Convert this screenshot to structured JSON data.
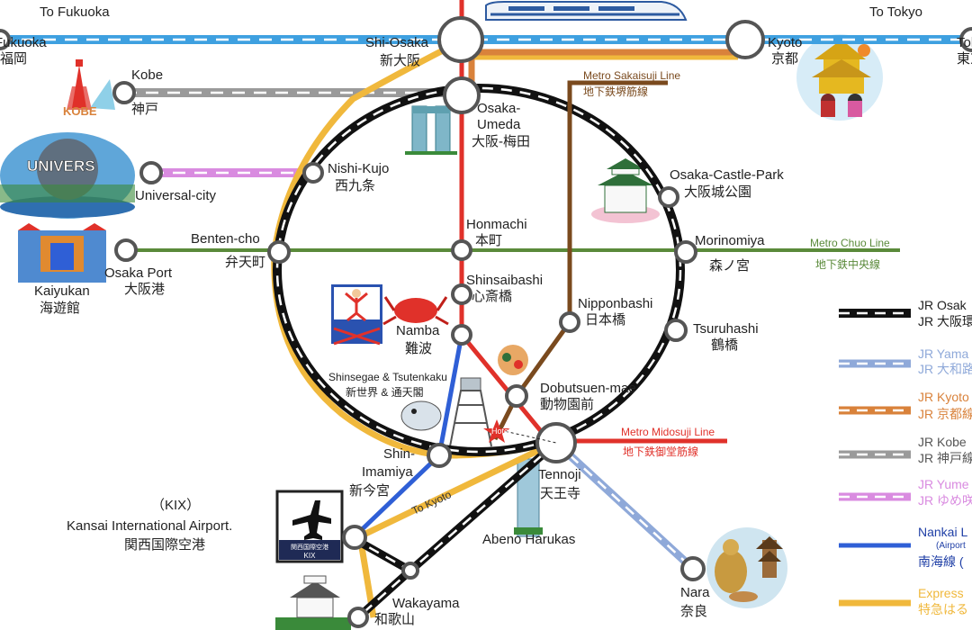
{
  "colors": {
    "tokaido": "#3ea0e0",
    "loop": "#111111",
    "kyoto_line": "#d9823b",
    "kobe_line": "#9a9a9a",
    "yume_line": "#d98be0",
    "chuo_line": "#5a8a3a",
    "sakaisuji": "#7a4a1e",
    "midosuji": "#e0312a",
    "nankai": "#2f5fd6",
    "yamato": "#8fa9d9",
    "haruka": "#f0b83c",
    "hotel": "#e0312a"
  },
  "directions": {
    "fukuoka": "To Fukuoka",
    "tokyo": "To Tokyo",
    "kyoto": "To Kyoto"
  },
  "lines": {
    "sakaisuji_en": "Metro Sakaisuji Line",
    "sakaisuji_jp": "地下鉄堺筋線",
    "chuo_en": "Metro Chuo Line",
    "chuo_jp": "地下鉄中央線",
    "midosuji_en": "Metro Midosuji Line",
    "midosuji_jp": "地下鉄御堂筋線"
  },
  "stations": {
    "fukuoka_en": "Fukuoka",
    "fukuoka_jp": "福岡",
    "tokyo_en": "Tokyo",
    "tokyo_jp": "東京",
    "shiosaka_en": "Shi-Osaka",
    "shiosaka_jp": "新大阪",
    "kyoto_en": "Kyoto",
    "kyoto_jp": "京都",
    "kobe_en": "Kobe",
    "kobe_jp": "神戸",
    "umeda_en1": "Osaka-",
    "umeda_en2": "Umeda",
    "umeda_jp": "大阪-梅田",
    "nishikujo_en": "Nishi-Kujo",
    "nishikujo_jp": "西九条",
    "univ_en": "Universal-city",
    "castle_en": "Osaka-Castle-Park",
    "castle_jp": "大阪城公園",
    "honmachi_en": "Honmachi",
    "honmachi_jp": "本町",
    "benten_en": "Benten-cho",
    "benten_jp": "弁天町",
    "morinomiya_en": "Morinomiya",
    "morinomiya_jp": "森ノ宮",
    "port_en": "Osaka Port",
    "port_jp": "大阪港",
    "kaiyukan_en": "Kaiyukan",
    "kaiyukan_jp": "海遊館",
    "shinsaibashi_en": "Shinsaibashi",
    "shinsaibashi_jp": "心斎橋",
    "nipponbashi_en": "Nipponbashi",
    "nipponbashi_jp": "日本橋",
    "namba_en": "Namba",
    "namba_jp": "難波",
    "tsuruhashi_en": "Tsuruhashi",
    "tsuruhashi_jp": "鶴橋",
    "shinsekai_en": "Shinsegae & Tsutenkaku",
    "shinsekai_jp": "新世界 & 通天閣",
    "dobutsu_en": "Dobutsuen-mae",
    "dobutsu_jp": "動物園前",
    "hotel": "Hotel",
    "imamiya_en1": "Shin-",
    "imamiya_en2": "Imamiya",
    "imamiya_jp": "新今宮",
    "tennoji_en": "Tennoji",
    "tennoji_jp": "天王寺",
    "kix_abbr": "（KIX）",
    "kix_en": "Kansai International Airport.",
    "kix_jp": "関西国際空港",
    "harukas_en": "Abeno Harukas",
    "nara_en": "Nara",
    "nara_jp": "奈良",
    "wakayama_en": "Wakayama",
    "wakayama_jp": "和歌山"
  },
  "logos": {
    "kobe": "KOBE",
    "universal": "UNIVERS",
    "kix": "KIX",
    "kix_jp": "関西国際空港"
  },
  "legend": [
    {
      "en": "JR Osak",
      "jp": "JR 大阪環"
    },
    {
      "en": "JR Yama",
      "jp": "JR 大和路"
    },
    {
      "en": "JR Kyoto",
      "jp": "JR 京都線"
    },
    {
      "en": "JR Kobe",
      "jp": "JR 神戸線"
    },
    {
      "en": "JR Yume",
      "jp": "JR ゆめ咲"
    },
    {
      "en": "Nankai L",
      "sub": "(Airport",
      "jp": "南海線 ("
    },
    {
      "en": "Express",
      "jp": "特急はる"
    }
  ]
}
